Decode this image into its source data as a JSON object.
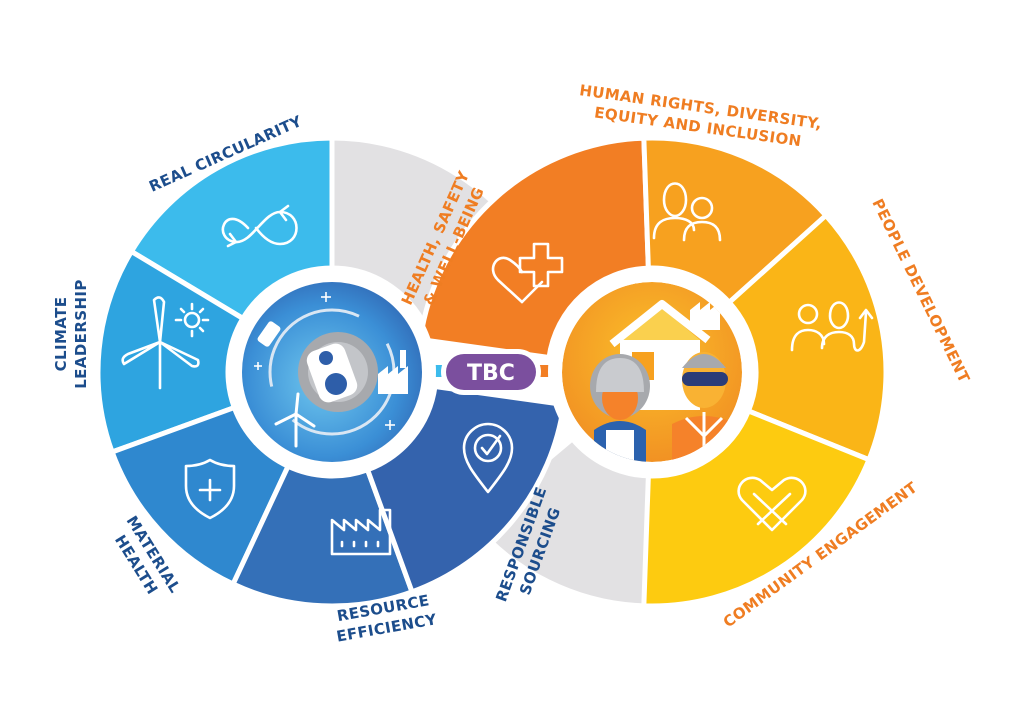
{
  "center_label": "TBC",
  "segments": {
    "real_circularity": "REAL CIRCULARITY",
    "climate_leadership": [
      "CLIMATE",
      "LEADERSHIP"
    ],
    "material_health": [
      "MATERIAL",
      "HEALTH"
    ],
    "resource_efficiency": [
      "RESOURCE",
      "EFFICIENCY"
    ],
    "responsible_sourcing": [
      "RESPONSIBLE",
      "SOURCING"
    ],
    "health_safety": [
      "HEALTH, SAFETY",
      "& WELL-BEING"
    ],
    "human_rights": [
      "HUMAN RIGHTS, DIVERSITY,",
      "EQUITY AND INCLUSION"
    ],
    "people_development": "PEOPLE DEVELOPMENT",
    "community_engagement": "COMMUNITY ENGAGEMENT"
  },
  "colors": {
    "blue_light": "#3cbbec",
    "blue_sky": "#2ea4e0",
    "blue_mid": "#2f88cf",
    "blue_steel": "#3470b8",
    "blue_deep": "#3463ad",
    "grey": "#e2e1e3",
    "orange": "#f27e24",
    "orange_light": "#f7a11f",
    "amber": "#fab517",
    "yellow": "#fdcb10",
    "purple": "#7b4f9e",
    "navy_text": "#1c4d8c",
    "orange_text": "#ef7d22"
  },
  "icons": [
    "infinity-arrows-icon",
    "wind-turbine-sun-icon",
    "shield-plus-icon",
    "factory-icon",
    "location-check-icon",
    "heart-cross-icon",
    "two-people-icon",
    "people-growth-icon",
    "heart-hands-icon",
    "aluminium-can-factory-icon",
    "people-house-factory-icon"
  ]
}
